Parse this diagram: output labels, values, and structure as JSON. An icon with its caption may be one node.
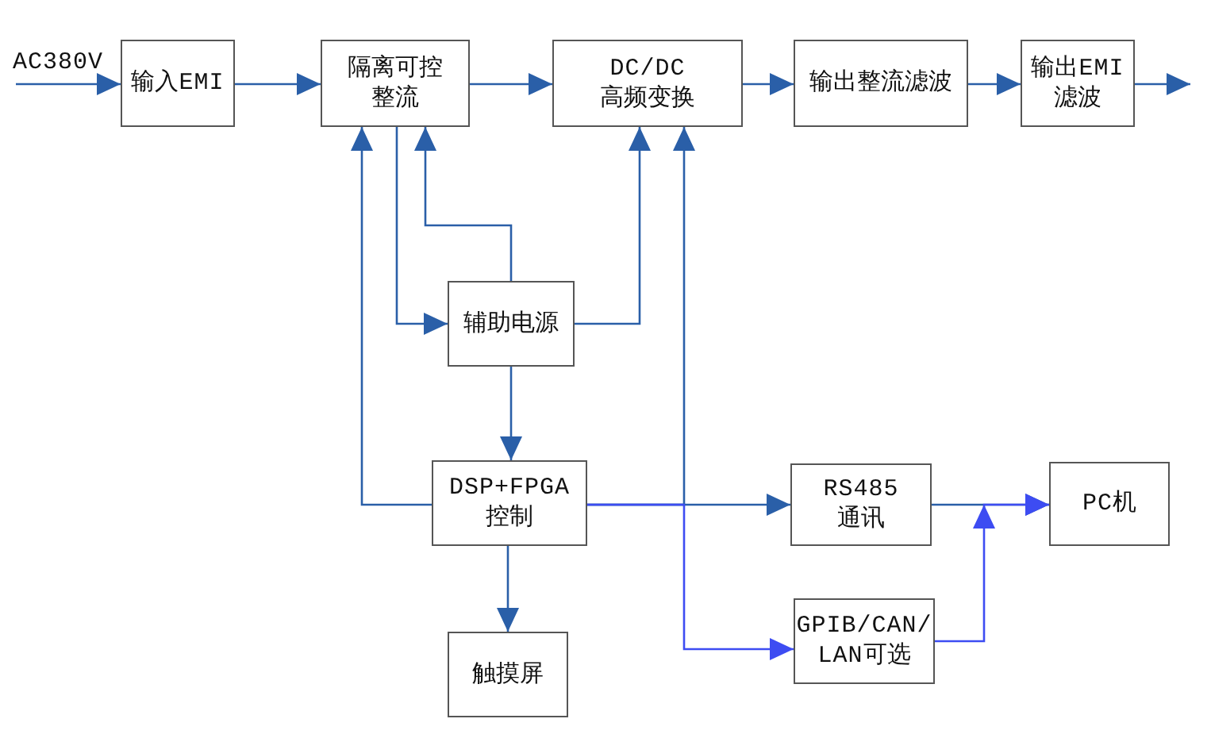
{
  "diagram": {
    "nodes": [
      {
        "text": [
          "AC380V"
        ]
      },
      {
        "text": [
          "输入EMI"
        ]
      },
      {
        "text": [
          "隔离可控整流"
        ]
      },
      {
        "text": [
          "DC/DC高频变换"
        ]
      },
      {
        "text": [
          "输出整流滤波"
        ]
      },
      {
        "text": [
          "输出EMI滤波"
        ]
      },
      {
        "text": [
          "辅助电源"
        ]
      },
      {
        "text": [
          "DSP+FPGA控制"
        ]
      },
      {
        "text": [
          "RS485通讯"
        ]
      },
      {
        "text": [
          "PC机"
        ]
      },
      {
        "text": [
          "触摸屏"
        ]
      },
      {
        "text": [
          "GPIB/CAN/LAN可选"
        ]
      }
    ],
    "edges": [
      {
        "from": 0,
        "to": 1,
        "arrow": "to"
      },
      {
        "from": 1,
        "to": 2,
        "arrow": "to"
      },
      {
        "from": 2,
        "to": 3,
        "arrow": "to"
      },
      {
        "from": 3,
        "to": 4,
        "arrow": "to"
      },
      {
        "from": 4,
        "to": 5,
        "arrow": "to"
      },
      {
        "from": 5,
        "to": null,
        "arrow": "to"
      },
      {
        "from": 2,
        "to": 6,
        "arrow": "to"
      },
      {
        "from": 6,
        "to": 2,
        "arrow": "to"
      },
      {
        "from": 6,
        "to": 3,
        "arrow": "to"
      },
      {
        "from": 6,
        "to": 7,
        "arrow": "to"
      },
      {
        "from": 7,
        "to": 2,
        "arrow": "to"
      },
      {
        "from": 7,
        "to": 3,
        "arrow": "to"
      },
      {
        "from": 7,
        "to": 8,
        "arrow": "to"
      },
      {
        "from": 7,
        "to": 11,
        "arrow": "to",
        "color": "#3d4cf2"
      },
      {
        "from": 7,
        "to": 10,
        "arrow": "to"
      },
      {
        "from": 8,
        "to": 9,
        "arrow": "to"
      },
      {
        "from": 11,
        "to": 9,
        "arrow": "to",
        "color": "#3d4cf2"
      }
    ]
  }
}
